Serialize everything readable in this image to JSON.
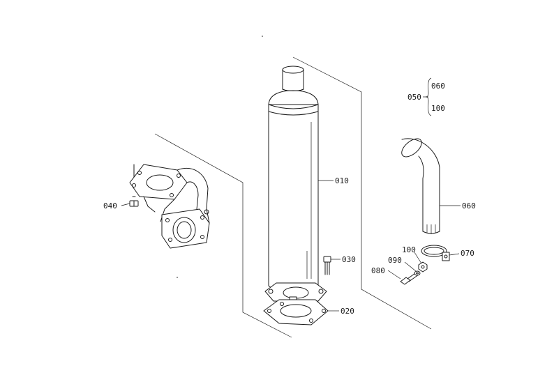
{
  "diagram": {
    "labels": {
      "p010": "010",
      "p020": "020",
      "p030": "030",
      "p040": "040",
      "p050": "050",
      "p060_group": "060",
      "p100_group": "100",
      "p060": "060",
      "p070": "070",
      "p080": "080",
      "p090": "090",
      "p100": "100"
    }
  }
}
